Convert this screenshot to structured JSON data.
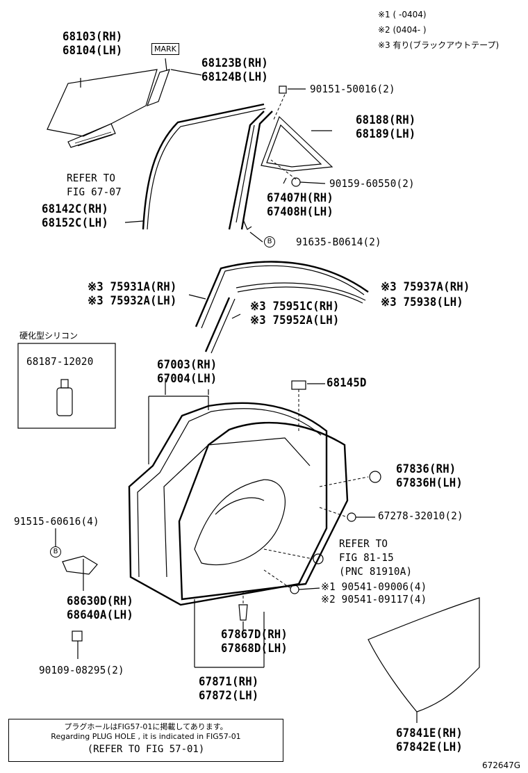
{
  "notes": {
    "n1": "※1 (     -0404)",
    "n2": "※2 (0404-      )",
    "n3": "※3 有り(ブラックアウトテープ)"
  },
  "mark_label": "MARK",
  "labels": {
    "p68103": "68103(RH)",
    "p68104": "68104(LH)",
    "p68123": "68123B(RH)",
    "p68124": "68124B(LH)",
    "p90151": "90151-50016(2)",
    "p68188": "68188(RH)",
    "p68189": "68189(LH)",
    "ref1a": "REFER TO",
    "ref1b": "FIG 67-07",
    "p68142": "68142C(RH)",
    "p68152": "68152C(LH)",
    "p90159": "90159-60550(2)",
    "p67407": "67407H(RH)",
    "p67408": "67408H(LH)",
    "p91635": "91635-B0614(2)",
    "p75931": "※3 75931A(RH)",
    "p75932": "※3 75932A(LH)",
    "p75937": "※3 75937A(RH)",
    "p75938": "※3 75938(LH)",
    "p75951": "※3 75951C(RH)",
    "p75952": "※3 75952A(LH)",
    "silicone_title": "硬化型シリコン",
    "p68187": "68187-12020",
    "p67003": "67003(RH)",
    "p67004": "67004(LH)",
    "p68145": "68145D",
    "p67836a": "67836(RH)",
    "p67836b": "67836H(LH)",
    "p91515": "91515-60616(4)",
    "p67278": "67278-32010(2)",
    "ref2a": "REFER TO",
    "ref2b": "FIG 81-15",
    "ref2c": "(PNC 81910A)",
    "p90541a": "※1 90541-09006(4)",
    "p90541b": "※2 90541-09117(4)",
    "p68630": "68630D(RH)",
    "p68640": "68640A(LH)",
    "p67867": "67867D(RH)",
    "p67868": "67868D(LH)",
    "p90109": "90109-08295(2)",
    "p67871": "67871(RH)",
    "p67872": "67872(LH)",
    "p67841": "67841E(RH)",
    "p67842": "67842E(LH)",
    "circle_b": "B",
    "fig_id": "672647G"
  },
  "plug_box": {
    "line1": "プラグホールはFIG57-01に掲載してあります。",
    "line2": "Regarding PLUG HOLE , it is indicated in FIG57-01",
    "line3": "(REFER TO FIG 57-01)"
  }
}
